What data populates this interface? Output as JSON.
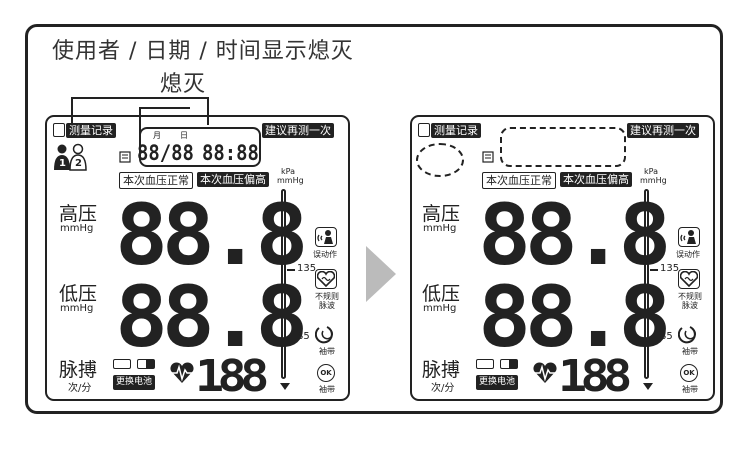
{
  "caption": {
    "line1": "使用者 / 日期 / 时间显示熄灭",
    "line2": "熄灭"
  },
  "panel_left": {
    "memory_label": "测量记录",
    "suggest_label": "建议再测一次",
    "month_label": "月",
    "day_label": "日",
    "date_display": "88/88",
    "time_display": "88:88",
    "normal_label": "本次血压正常",
    "high_label": "本次血压偏高",
    "sys_label": "高压",
    "sys_unit": "mmHg",
    "dia_label": "低压",
    "dia_unit": "mmHg",
    "pulse_label": "脉搏",
    "pulse_unit": "次/分",
    "battery_label": "更换电池",
    "sys_digits": "88.8",
    "dia_digits": "88.8",
    "pulse_digits": "188",
    "kpa_label": "kPa",
    "mmhg_label": "mmHg",
    "scale_135": "135",
    "scale_85": "85",
    "motion_label": "误动作",
    "irregular_label1": "不规则",
    "irregular_label2": "脉波",
    "cuff_label": "袖带",
    "ok_label": "OK",
    "ok_cuff_label": "袖带",
    "user1": "1",
    "user2": "2"
  },
  "panel_right": {
    "memory_label": "测量记录",
    "suggest_label": "建议再测一次",
    "normal_label": "本次血压正常",
    "high_label": "本次血压偏高",
    "sys_label": "高压",
    "sys_unit": "mmHg",
    "dia_label": "低压",
    "dia_unit": "mmHg",
    "pulse_label": "脉搏",
    "pulse_unit": "次/分",
    "battery_label": "更换电池",
    "sys_digits": "88.8",
    "dia_digits": "88.8",
    "pulse_digits": "188",
    "kpa_label": "kPa",
    "mmhg_label": "mmHg",
    "scale_135": "135",
    "scale_85": "85",
    "motion_label": "误动作",
    "irregular_label1": "不规则",
    "irregular_label2": "脉波",
    "cuff_label": "袖带",
    "ok_label": "OK",
    "ok_cuff_label": "袖带"
  }
}
